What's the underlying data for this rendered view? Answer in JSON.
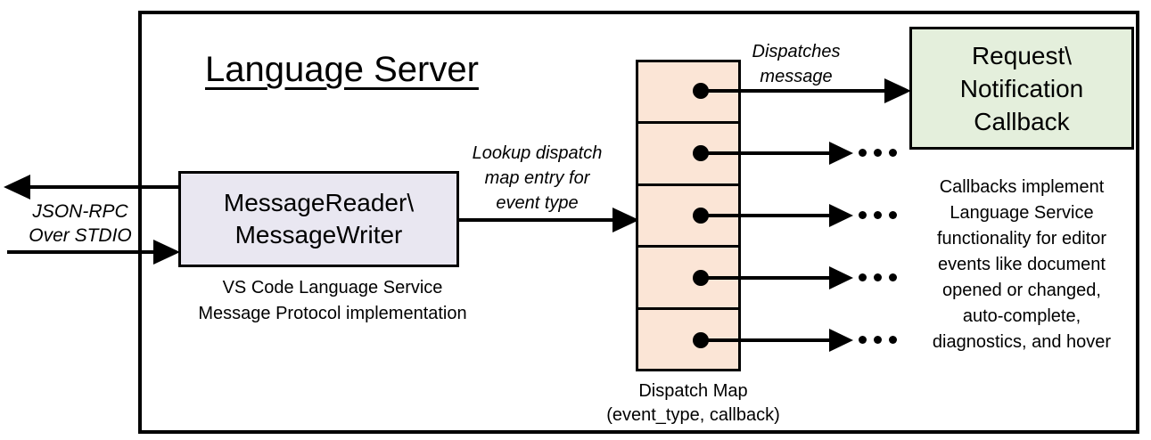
{
  "diagram": {
    "title": "Language Server",
    "io_channel": {
      "label": "JSON-RPC\nOver STDIO"
    },
    "reader_box": {
      "label": "MessageReader\\\nMessageWriter",
      "caption": "VS Code Language Service\nMessage Protocol implementation",
      "fill": "#E9E7F1"
    },
    "lookup_arrow": {
      "label": "Lookup dispatch\nmap entry for\nevent type"
    },
    "dispatch_map": {
      "caption": "Dispatch Map\n(event_type, callback)",
      "cell_count": 5,
      "fill": "#FBE5D6",
      "overflow_indicator": "..."
    },
    "dispatch_arrow": {
      "label": "Dispatches\nmessage"
    },
    "callback_box": {
      "label": "Request\\\nNotification\nCallback",
      "fill": "#E4EFDC"
    },
    "callbacks_note": "Callbacks implement\nLanguage Service\nfunctionality for editor\nevents like document\nopened or changed,\nauto-complete,\ndiagnostics, and hover",
    "line_color": "#000000"
  }
}
